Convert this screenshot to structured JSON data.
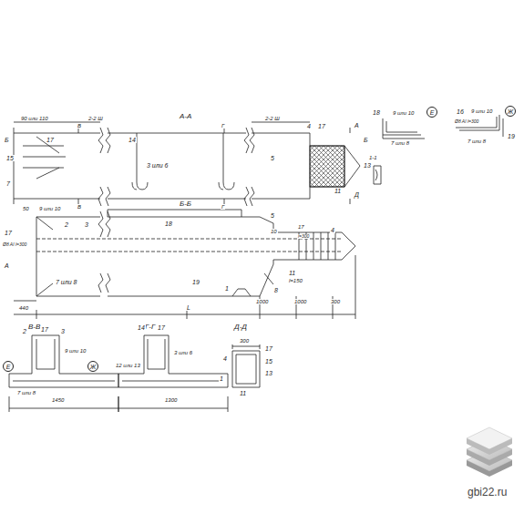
{
  "diagram": {
    "nodes": [
      {
        "text": [
          "Е"
        ]
      },
      {
        "text": [
          "Ж"
        ]
      },
      {
        "text": [
          "Е"
        ]
      },
      {
        "text": [
          "Ж"
        ]
      }
    ],
    "labels": [
      "90 или 110",
      "2-2 Ш",
      "А-А",
      "2-2 Ш",
      "Б",
      "В",
      "17",
      "15",
      "7",
      "В",
      "14",
      "3 или 6",
      "Г",
      "Г",
      "5",
      "4",
      "17",
      "А",
      "Б",
      "13",
      "1-1",
      "Д",
      "11",
      "Б-Б",
      "50",
      "9 или 10",
      "2",
      "3",
      "18",
      "5",
      "10",
      "17",
      "l=300",
      "4",
      "17",
      "Ø8 AI l=300",
      "А",
      "7 или 8",
      "19",
      "1",
      "8",
      "11",
      "l=150",
      "440",
      "L",
      "1000",
      "1000",
      "300",
      "В-В",
      "2",
      "17",
      "3",
      "9 или 10",
      "7 или 8",
      "1450",
      "Г-Г",
      "14",
      "17",
      "3 или 6",
      "12 или 13",
      "1",
      "1300",
      "Д-Д",
      "300",
      "17",
      "4",
      "15",
      "13",
      "11",
      "18",
      "9 или 10",
      "7 или 8",
      "16",
      "Ø8 AI l=300",
      "9 или 10",
      "7 или 8",
      "19",
      "gbi22.ru"
    ]
  }
}
